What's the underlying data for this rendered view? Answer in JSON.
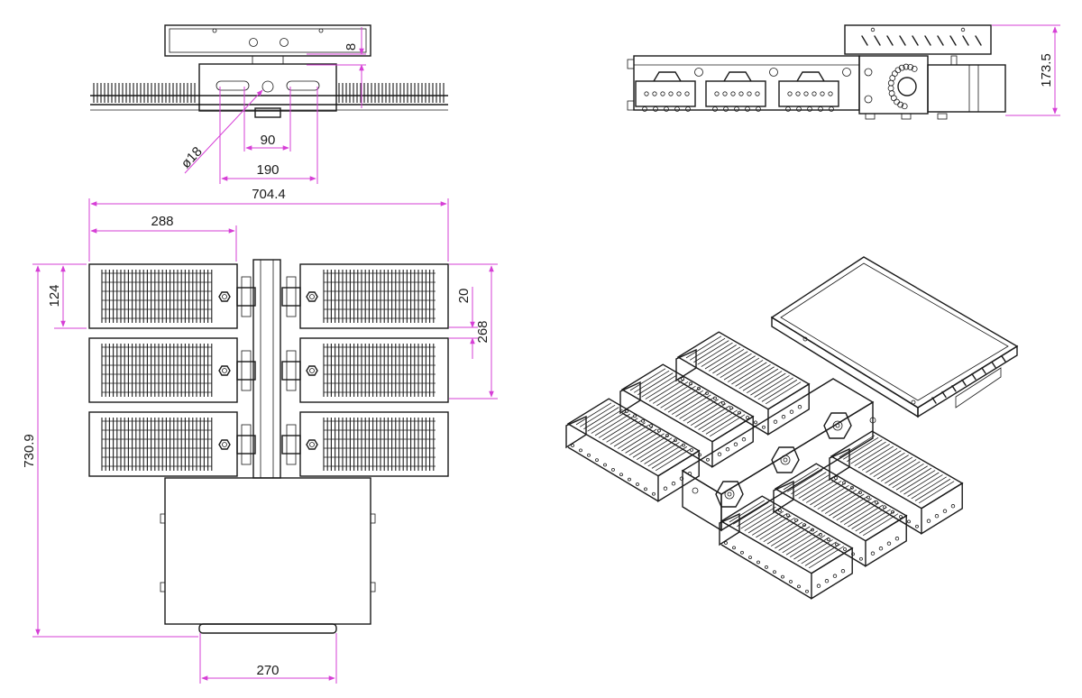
{
  "drawing": {
    "dimension_color": "#d63fd6",
    "line_color": "#1a1a1a",
    "views": [
      "top-view",
      "front-view",
      "side-view",
      "isometric-view"
    ],
    "dimensions": {
      "slot_spacing": "90",
      "bolt_spacing": "190",
      "hole_diameter": "ø18",
      "bracket_offset": "8",
      "overall_width": "704.4",
      "module_width": "288",
      "module_height": "124",
      "module_gap": "20",
      "module_pitch": "268",
      "overall_height": "730.9",
      "driver_width": "270",
      "side_height": "173.5"
    }
  }
}
